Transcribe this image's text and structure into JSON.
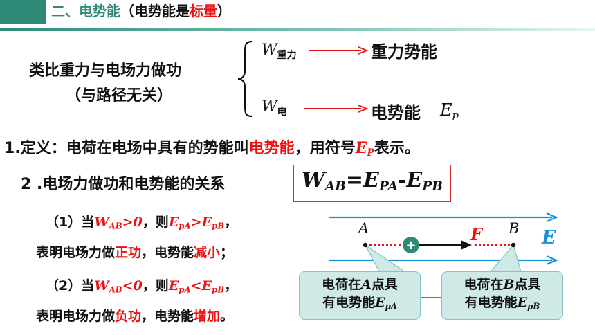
{
  "header": {
    "title_prefix": "二、电势能",
    "title_paren_open": "（电势能是",
    "title_highlight": "标量",
    "title_paren_close": "）",
    "accent_color": "#2e8a77"
  },
  "analogy": {
    "line1": "类比重力与电场力做功",
    "line2": "（与路径无关）",
    "gravity": {
      "symbol": "W",
      "subscript": "重力",
      "result": "重力势能"
    },
    "electric": {
      "symbol": "W",
      "subscript": "电",
      "result": "电势能",
      "result_symbol": "E",
      "result_symbol_sub": "p"
    }
  },
  "definition": {
    "text_a": "1.定义：电荷在电场中具有的势能叫",
    "term": "电势能",
    "text_b": "，用符号",
    "symbol": "E",
    "symbol_sub": "P",
    "text_c": "表示。"
  },
  "relation": {
    "label": "2 .电场力做功和电势能的关系",
    "formula": {
      "w": "W",
      "w_sub": "AB",
      "eq": "=",
      "e1": "E",
      "e1_sub": "PA",
      "minus": "-",
      "e2": "E",
      "e2_sub": "PB"
    }
  },
  "cases": [
    {
      "lead": "（1）当",
      "w": "W",
      "w_sub": "AB",
      "cond": ">0",
      "mid": "，则",
      "e1": "E",
      "e1_sub": "pA",
      "rel": ">",
      "e2": "E",
      "e2_sub": "pB",
      "tail": "，",
      "desc_a": "表明电场力做",
      "desc_work": "正功",
      "desc_b": "，电势能",
      "desc_change": "减小",
      "desc_end": "；"
    },
    {
      "lead": "（2）当",
      "w": "W",
      "w_sub": "AB",
      "cond": "<0",
      "mid": "，则",
      "e1": "E",
      "e1_sub": "pA",
      "rel": "<",
      "e2": "E",
      "e2_sub": "pB",
      "tail": "，",
      "desc_a": "表明电场力做",
      "desc_work": "负功",
      "desc_b": "，电势能",
      "desc_change": "增加",
      "desc_end": "。"
    }
  ],
  "diagram": {
    "point_a": "A",
    "point_b": "B",
    "force": "F",
    "field": "E",
    "charge_sign": "+",
    "callout_a": {
      "line1_a": "电荷在",
      "point": "A",
      "line1_b": "点具",
      "line2": "有电势能",
      "sym": "E",
      "sym_sub": "pA"
    },
    "callout_b": {
      "line1_a": "电荷在",
      "point": "B",
      "line1_b": "点具",
      "line2": "有电势能",
      "sym": "E",
      "sym_sub": "pB"
    },
    "field_color": "#1a8fd8",
    "charge_color": "#2e8a77"
  }
}
